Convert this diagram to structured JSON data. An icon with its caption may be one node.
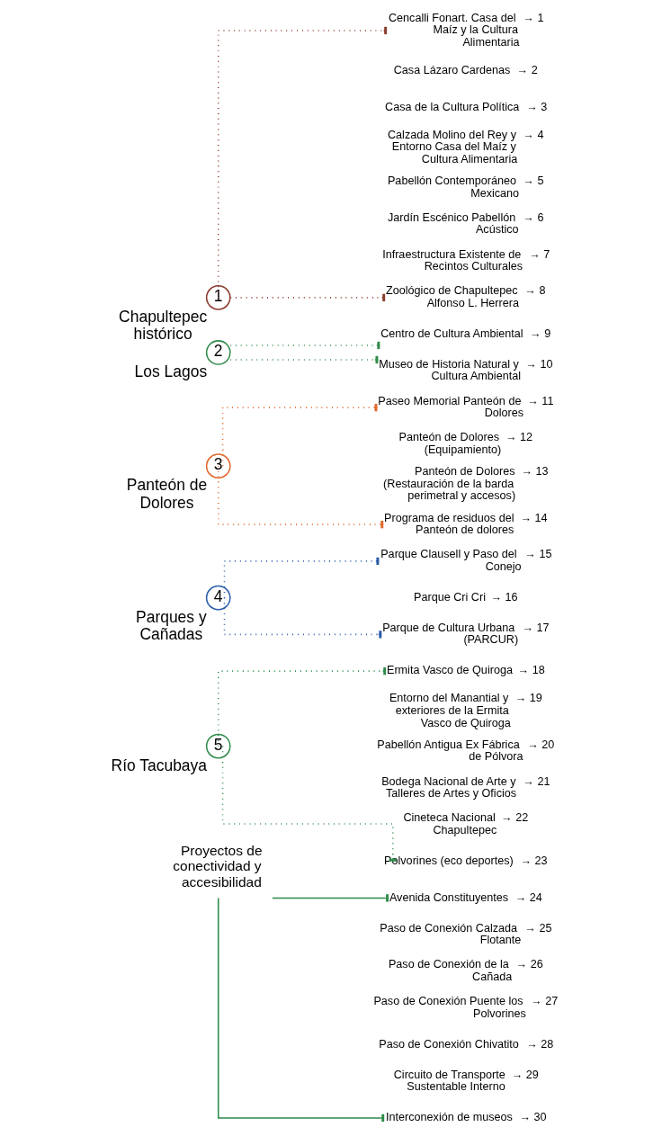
{
  "diagram": {
    "nodes": [
      {
        "text": [
          "1"
        ],
        "beside": [
          "Chapultepec histórico"
        ]
      },
      {
        "text": [
          "2"
        ],
        "beside": [
          "Los Lagos"
        ]
      },
      {
        "text": [
          "3"
        ],
        "beside": [
          "Panteón de Dolores"
        ]
      },
      {
        "text": [
          "4"
        ],
        "beside": [
          "Parques y Cañadas"
        ]
      },
      {
        "text": [
          "5"
        ],
        "beside": [
          "Río Tacubaya"
        ]
      },
      {
        "text": [
          "Proyectos de conectividad y accesibilidad"
        ]
      },
      {
        "text": [
          "Cencalli Fonart. Casa del Maíz y la Cultura Alimentaria"
        ],
        "beside": [
          "→ 1"
        ]
      },
      {
        "text": [
          "Casa Lázaro Cardenas"
        ],
        "beside": [
          "→ 2"
        ]
      },
      {
        "text": [
          "Casa de la Cultura Política"
        ],
        "beside": [
          "→ 3"
        ]
      },
      {
        "text": [
          "Calzada Molino del Rey y Entorno Casa del Maíz y Cultura Alimentaria"
        ],
        "beside": [
          "→ 4"
        ]
      },
      {
        "text": [
          "Pabellón Contemporáneo Mexicano"
        ],
        "beside": [
          "→ 5"
        ]
      },
      {
        "text": [
          "Jardín Escénico Pabellón Acústico"
        ],
        "beside": [
          "→ 6"
        ]
      },
      {
        "text": [
          "Infraestructura Existente de Recintos Culturales"
        ],
        "beside": [
          "→ 7"
        ]
      },
      {
        "text": [
          "Zoológico de Chapultepec Alfonso L. Herrera"
        ],
        "beside": [
          "→ 8"
        ]
      },
      {
        "text": [
          "Centro de Cultura Ambiental"
        ],
        "beside": [
          "→ 9"
        ]
      },
      {
        "text": [
          "Museo de Historia Natural y Cultura Ambiental"
        ],
        "beside": [
          "→ 10"
        ]
      },
      {
        "text": [
          "Paseo Memorial Panteón de Dolores"
        ],
        "beside": [
          "→ 11"
        ]
      },
      {
        "text": [
          "Panteón de Dolores (Equipamiento)"
        ],
        "beside": [
          "→ 12"
        ]
      },
      {
        "text": [
          "Panteón de Dolores (Restauración de la barda perimetral y accesos)"
        ],
        "beside": [
          "→ 13"
        ]
      },
      {
        "text": [
          "Programa de residuos del Panteón de dolores"
        ],
        "beside": [
          "→ 14"
        ]
      },
      {
        "text": [
          "Parque Clausell y Paso del Conejo"
        ],
        "beside": [
          "→ 15"
        ]
      },
      {
        "text": [
          "Parque Cri Cri"
        ],
        "beside": [
          "→ 16"
        ]
      },
      {
        "text": [
          "Parque de Cultura Urbana (PARCUR)"
        ],
        "beside": [
          "→ 17"
        ]
      },
      {
        "text": [
          "Ermita Vasco de Quiroga"
        ],
        "beside": [
          "→ 18"
        ]
      },
      {
        "text": [
          "Entorno del Manantial y exteriores de la Ermita Vasco de Quiroga"
        ],
        "beside": [
          "→ 19"
        ]
      },
      {
        "text": [
          "Pabellón Antigua Ex Fábrica de Pólvora"
        ],
        "beside": [
          "→ 20"
        ]
      },
      {
        "text": [
          "Bodega Nacional de Arte y Talleres de Artes y Oficios"
        ],
        "beside": [
          "→ 21"
        ]
      },
      {
        "text": [
          "Cineteca Nacional Chapultepec"
        ],
        "beside": [
          "→ 22"
        ]
      },
      {
        "text": [
          "Polvorines (eco deportes)"
        ],
        "beside": [
          "→ 23"
        ]
      },
      {
        "text": [
          "Avenida Constituyentes"
        ],
        "beside": [
          "→ 24"
        ]
      },
      {
        "text": [
          "Paso de Conexión Calzada Flotante"
        ],
        "beside": [
          "→ 25"
        ]
      },
      {
        "text": [
          "Paso de Conexión de la Cañada"
        ],
        "beside": [
          "→ 26"
        ]
      },
      {
        "text": [
          "Paso de Conexión Puente los Polvorines"
        ],
        "beside": [
          "→ 27"
        ]
      },
      {
        "text": [
          "Paso de Conexión Chivatito"
        ],
        "beside": [
          "→ 28"
        ]
      },
      {
        "text": [
          "Circuito de Transporte Sustentable Interno"
        ],
        "beside": [
          "→ 29"
        ]
      },
      {
        "text": [
          "Interconexión de museos"
        ],
        "beside": [
          "→ 30"
        ]
      }
    ],
    "edges": [
      {
        "from": 0,
        "to": 6,
        "arrow": "other",
        "style": "dashed",
        "color": "#8b3a2e"
      },
      {
        "from": 0,
        "to": 13,
        "arrow": "other",
        "style": "dashed",
        "color": "#8b3a2e"
      },
      {
        "from": 1,
        "to": 14,
        "arrow": "other",
        "style": "dashed",
        "color": "#2e8b4a"
      },
      {
        "from": 1,
        "to": 15,
        "arrow": "other",
        "style": "dashed",
        "color": "#2e8b4a"
      },
      {
        "from": 2,
        "to": 16,
        "arrow": "other",
        "style": "dashed",
        "color": "#e0662a"
      },
      {
        "from": 2,
        "to": 19,
        "arrow": "other",
        "style": "dashed",
        "color": "#e0662a"
      },
      {
        "from": 3,
        "to": 20,
        "arrow": "other",
        "style": "dashed",
        "color": "#2a5ca8"
      },
      {
        "from": 3,
        "to": 22,
        "arrow": "other",
        "style": "dashed",
        "color": "#2a5ca8"
      },
      {
        "from": 4,
        "to": 23,
        "arrow": "other",
        "style": "dashed",
        "color": "#2e8b4a"
      },
      {
        "from": 4,
        "to": 28,
        "arrow": "other",
        "style": "dashed",
        "color": "#2e8b4a"
      },
      {
        "from": 5,
        "to": 29,
        "arrow": "other",
        "color": "#2e8b4a"
      },
      {
        "from": 5,
        "to": 35,
        "arrow": "other",
        "color": "#2e8b4a"
      }
    ]
  }
}
